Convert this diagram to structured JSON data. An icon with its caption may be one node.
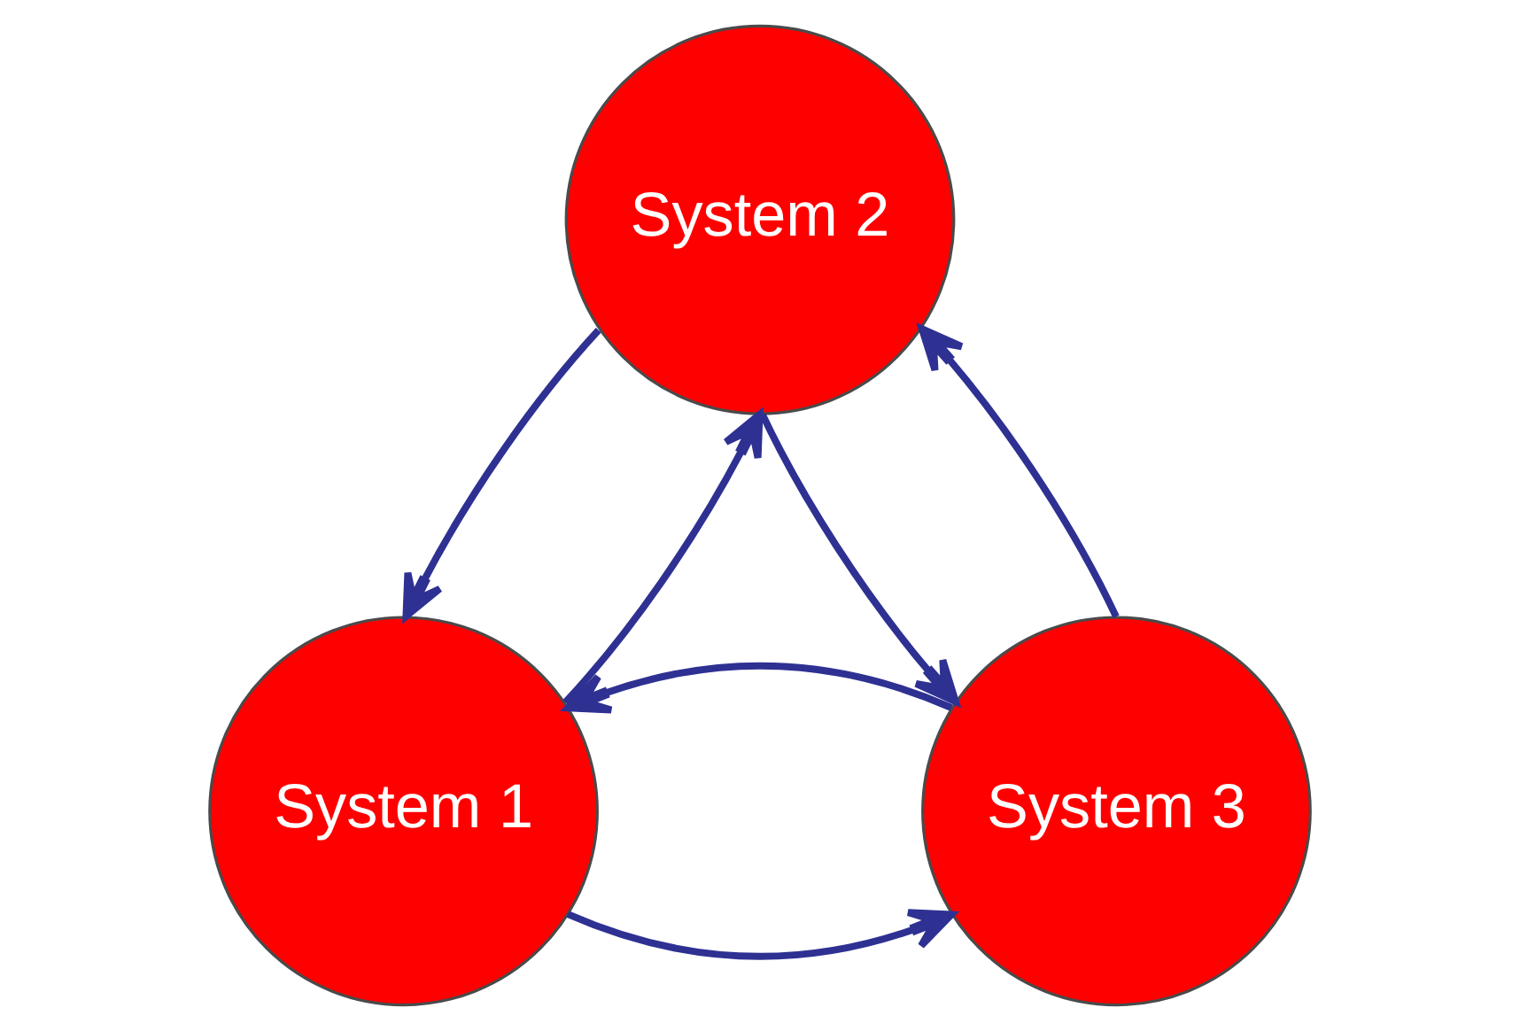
{
  "diagram": {
    "nodes": [
      {
        "text": [
          "System 2"
        ]
      },
      {
        "text": [
          "System 1"
        ]
      },
      {
        "text": [
          "System 3"
        ]
      }
    ],
    "edges": [
      {
        "from": 1,
        "to": 0,
        "arrow": "to"
      },
      {
        "from": 0,
        "to": 1,
        "arrow": "to"
      },
      {
        "from": 0,
        "to": 2,
        "arrow": "to"
      },
      {
        "from": 2,
        "to": 0,
        "arrow": "to"
      },
      {
        "from": 1,
        "to": 2,
        "arrow": "to"
      },
      {
        "from": 2,
        "to": 1,
        "arrow": "to"
      }
    ]
  }
}
